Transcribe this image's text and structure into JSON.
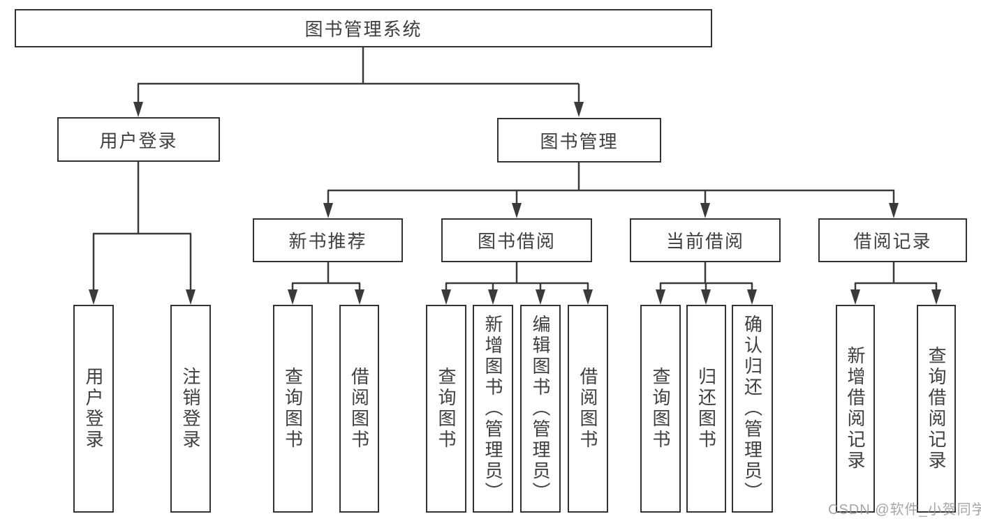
{
  "page": {
    "watermark": "CSDN @软件_小贺同学"
  },
  "colors": {
    "line": "#3a3a3a",
    "box_border": "#333333",
    "box_fill": "#ffffff",
    "text": "#3f3f3f",
    "watermark": "#969696"
  },
  "tree": {
    "root": "图书管理系统",
    "children": [
      {
        "label": "用户登录",
        "children": [
          "用户登录",
          "注销登录"
        ]
      },
      {
        "label": "图书管理",
        "children": [
          {
            "label": "新书推荐",
            "children": [
              "查询图书",
              "借阅图书"
            ]
          },
          {
            "label": "图书借阅",
            "children": [
              "查询图书",
              "新增图书（管理员）",
              "编辑图书（管理员）",
              "借阅图书"
            ]
          },
          {
            "label": "当前借阅",
            "children": [
              "查询图书",
              "归还图书",
              "确认归还（管理员）"
            ]
          },
          {
            "label": "借阅记录",
            "children": [
              "新增借阅记录",
              "查询借阅记录"
            ]
          }
        ]
      }
    ]
  }
}
